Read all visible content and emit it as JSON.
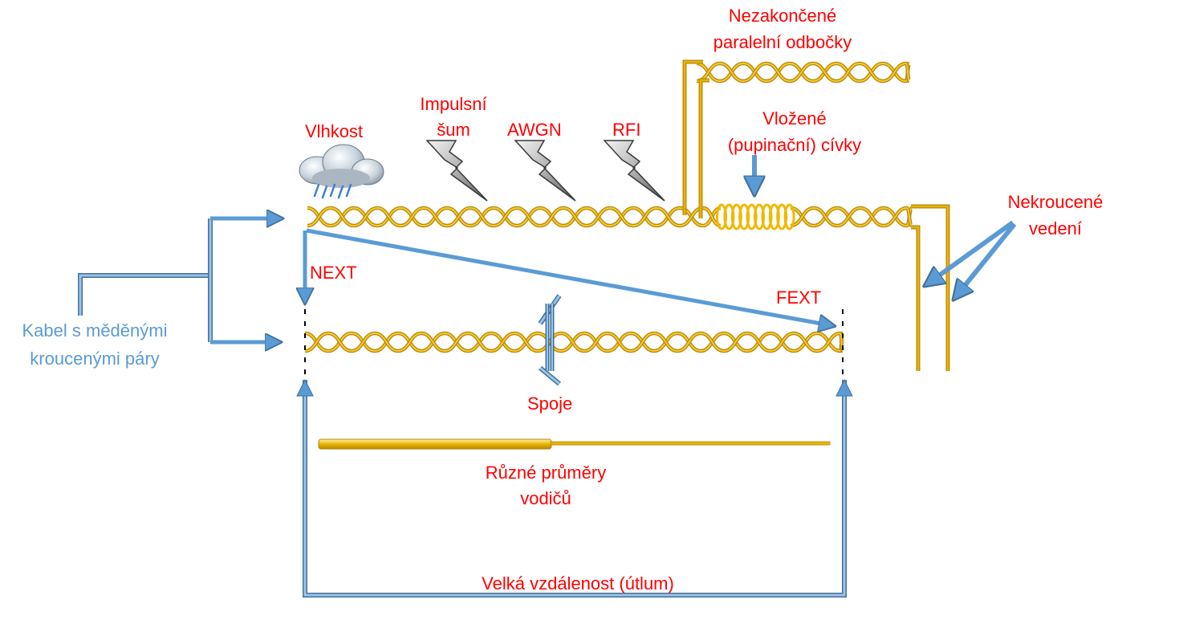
{
  "colors": {
    "label_red": "#ff0000",
    "label_blue": "#5b9bd5",
    "wire_gold": "#e8b400",
    "wire_dark": "#b8860b",
    "arrow_blue": "#5b9bd5"
  },
  "labels": {
    "nezakoncene_l1": "Nezakončené",
    "nezakoncene_l2": "paralelní odbočky",
    "impulsni_l1": "Impulsní",
    "impulsni_l2": "šum",
    "vlhkost": "Vlhkost",
    "awgn": "AWGN",
    "rfi": "RFI",
    "vlozene_l1": "Vložené",
    "vlozene_l2": "(pupinační) cívky",
    "nekroucene_l1": "Nekroucené",
    "nekroucene_l2": "vedení",
    "next": "NEXT",
    "fext": "FEXT",
    "kabel_l1": "Kabel s měděnými",
    "kabel_l2": "kroucenými páry",
    "spoje": "Spoje",
    "prumery_l1": "Různé průměry",
    "prumery_l2": "vodičů",
    "vzdalenost": "Velká vzdálenost (útlum)"
  },
  "icons": {
    "cloud": "rain-cloud-icon",
    "lightning": "lightning-bolt-icon",
    "coil": "loading-coil-icon"
  }
}
